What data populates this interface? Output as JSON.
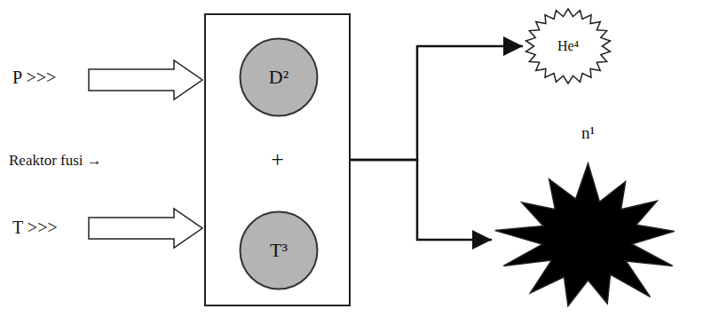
{
  "diagram": {
    "nodes": [
      {
        "text": [
          "+"
        ]
      },
      {
        "text": [
          "D²"
        ],
        "in": 0
      },
      {
        "text": [
          "T³"
        ],
        "in": 0
      },
      {
        "text": [
          "He⁴"
        ]
      },
      {
        "text": [
          "n¹"
        ]
      }
    ],
    "edges": [
      {
        "from": 0,
        "to": 3,
        "arrow": "to"
      },
      {
        "from": 0,
        "to": 4,
        "arrow": "to"
      }
    ],
    "labels": [
      "P >>>",
      "Reaktor fusi →",
      "T >>>"
    ]
  }
}
